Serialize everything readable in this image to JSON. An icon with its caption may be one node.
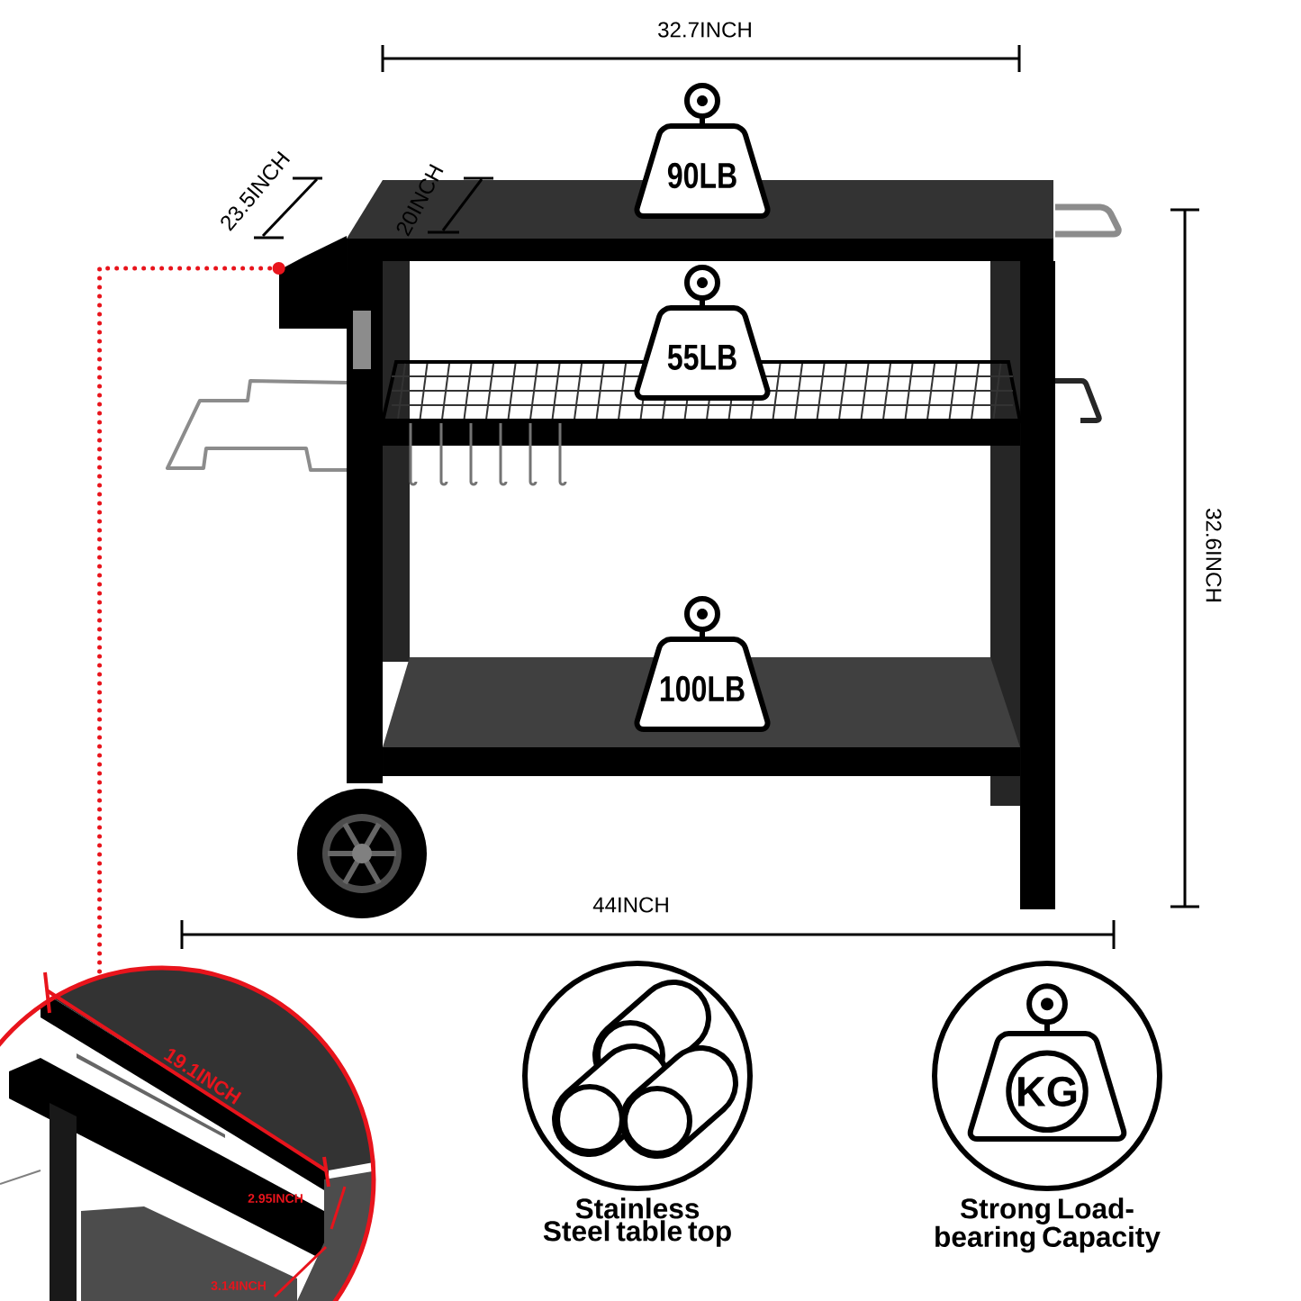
{
  "diagram": {
    "nodes": [
      {
        "text": [],
        "shape": "picture"
      },
      {
        "text": [
          "90LB"
        ]
      },
      {
        "text": [
          "55LB"
        ]
      },
      {
        "text": [
          "100LB"
        ]
      },
      {
        "text": [],
        "shape": "circle"
      },
      {
        "text": [
          "Stainless Steel table top"
        ]
      },
      {
        "text": [
          "Strong Load-bearing Capacity"
        ]
      },
      {
        "text": [
          "KG"
        ],
        "in": 6
      }
    ],
    "edges": [
      {
        "from": 0,
        "to": 4,
        "arrow": "other",
        "style": "dashed",
        "color": "#e8141c"
      }
    ],
    "labels": [
      "32.7INCH",
      "23.5INCH",
      "20INCH",
      "32.6INCH",
      "44INCH",
      "19.1INCH",
      "2.95INCH",
      "3.14INCH"
    ]
  }
}
